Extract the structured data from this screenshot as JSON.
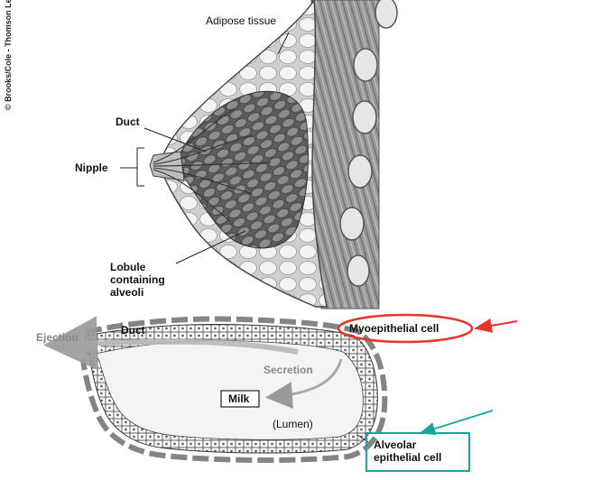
{
  "copyright": "© Brooks/Cole - Thomson Learnir",
  "labels": {
    "adipose": "Adipose tissue",
    "duct_top": "Duct",
    "nipple": "Nipple",
    "lobule_1": "Lobule",
    "lobule_2": "containing",
    "lobule_3": "alveoli",
    "duct_bottom": "Duct",
    "ejection": "Ejection",
    "myoepithelial": "Myoepithelial cell",
    "secretion": "Secretion",
    "milk": "Milk",
    "lumen": "(Lumen)",
    "alveolar_1": "Alveolar",
    "alveolar_2": "epithelial cell"
  },
  "colors": {
    "highlight_red": "#e8342a",
    "highlight_teal": "#1aa6a0",
    "tissue_grey": "#8e8e8e",
    "fat_light": "#f2f2f2",
    "lumen_fill": "#f4f4f4"
  }
}
